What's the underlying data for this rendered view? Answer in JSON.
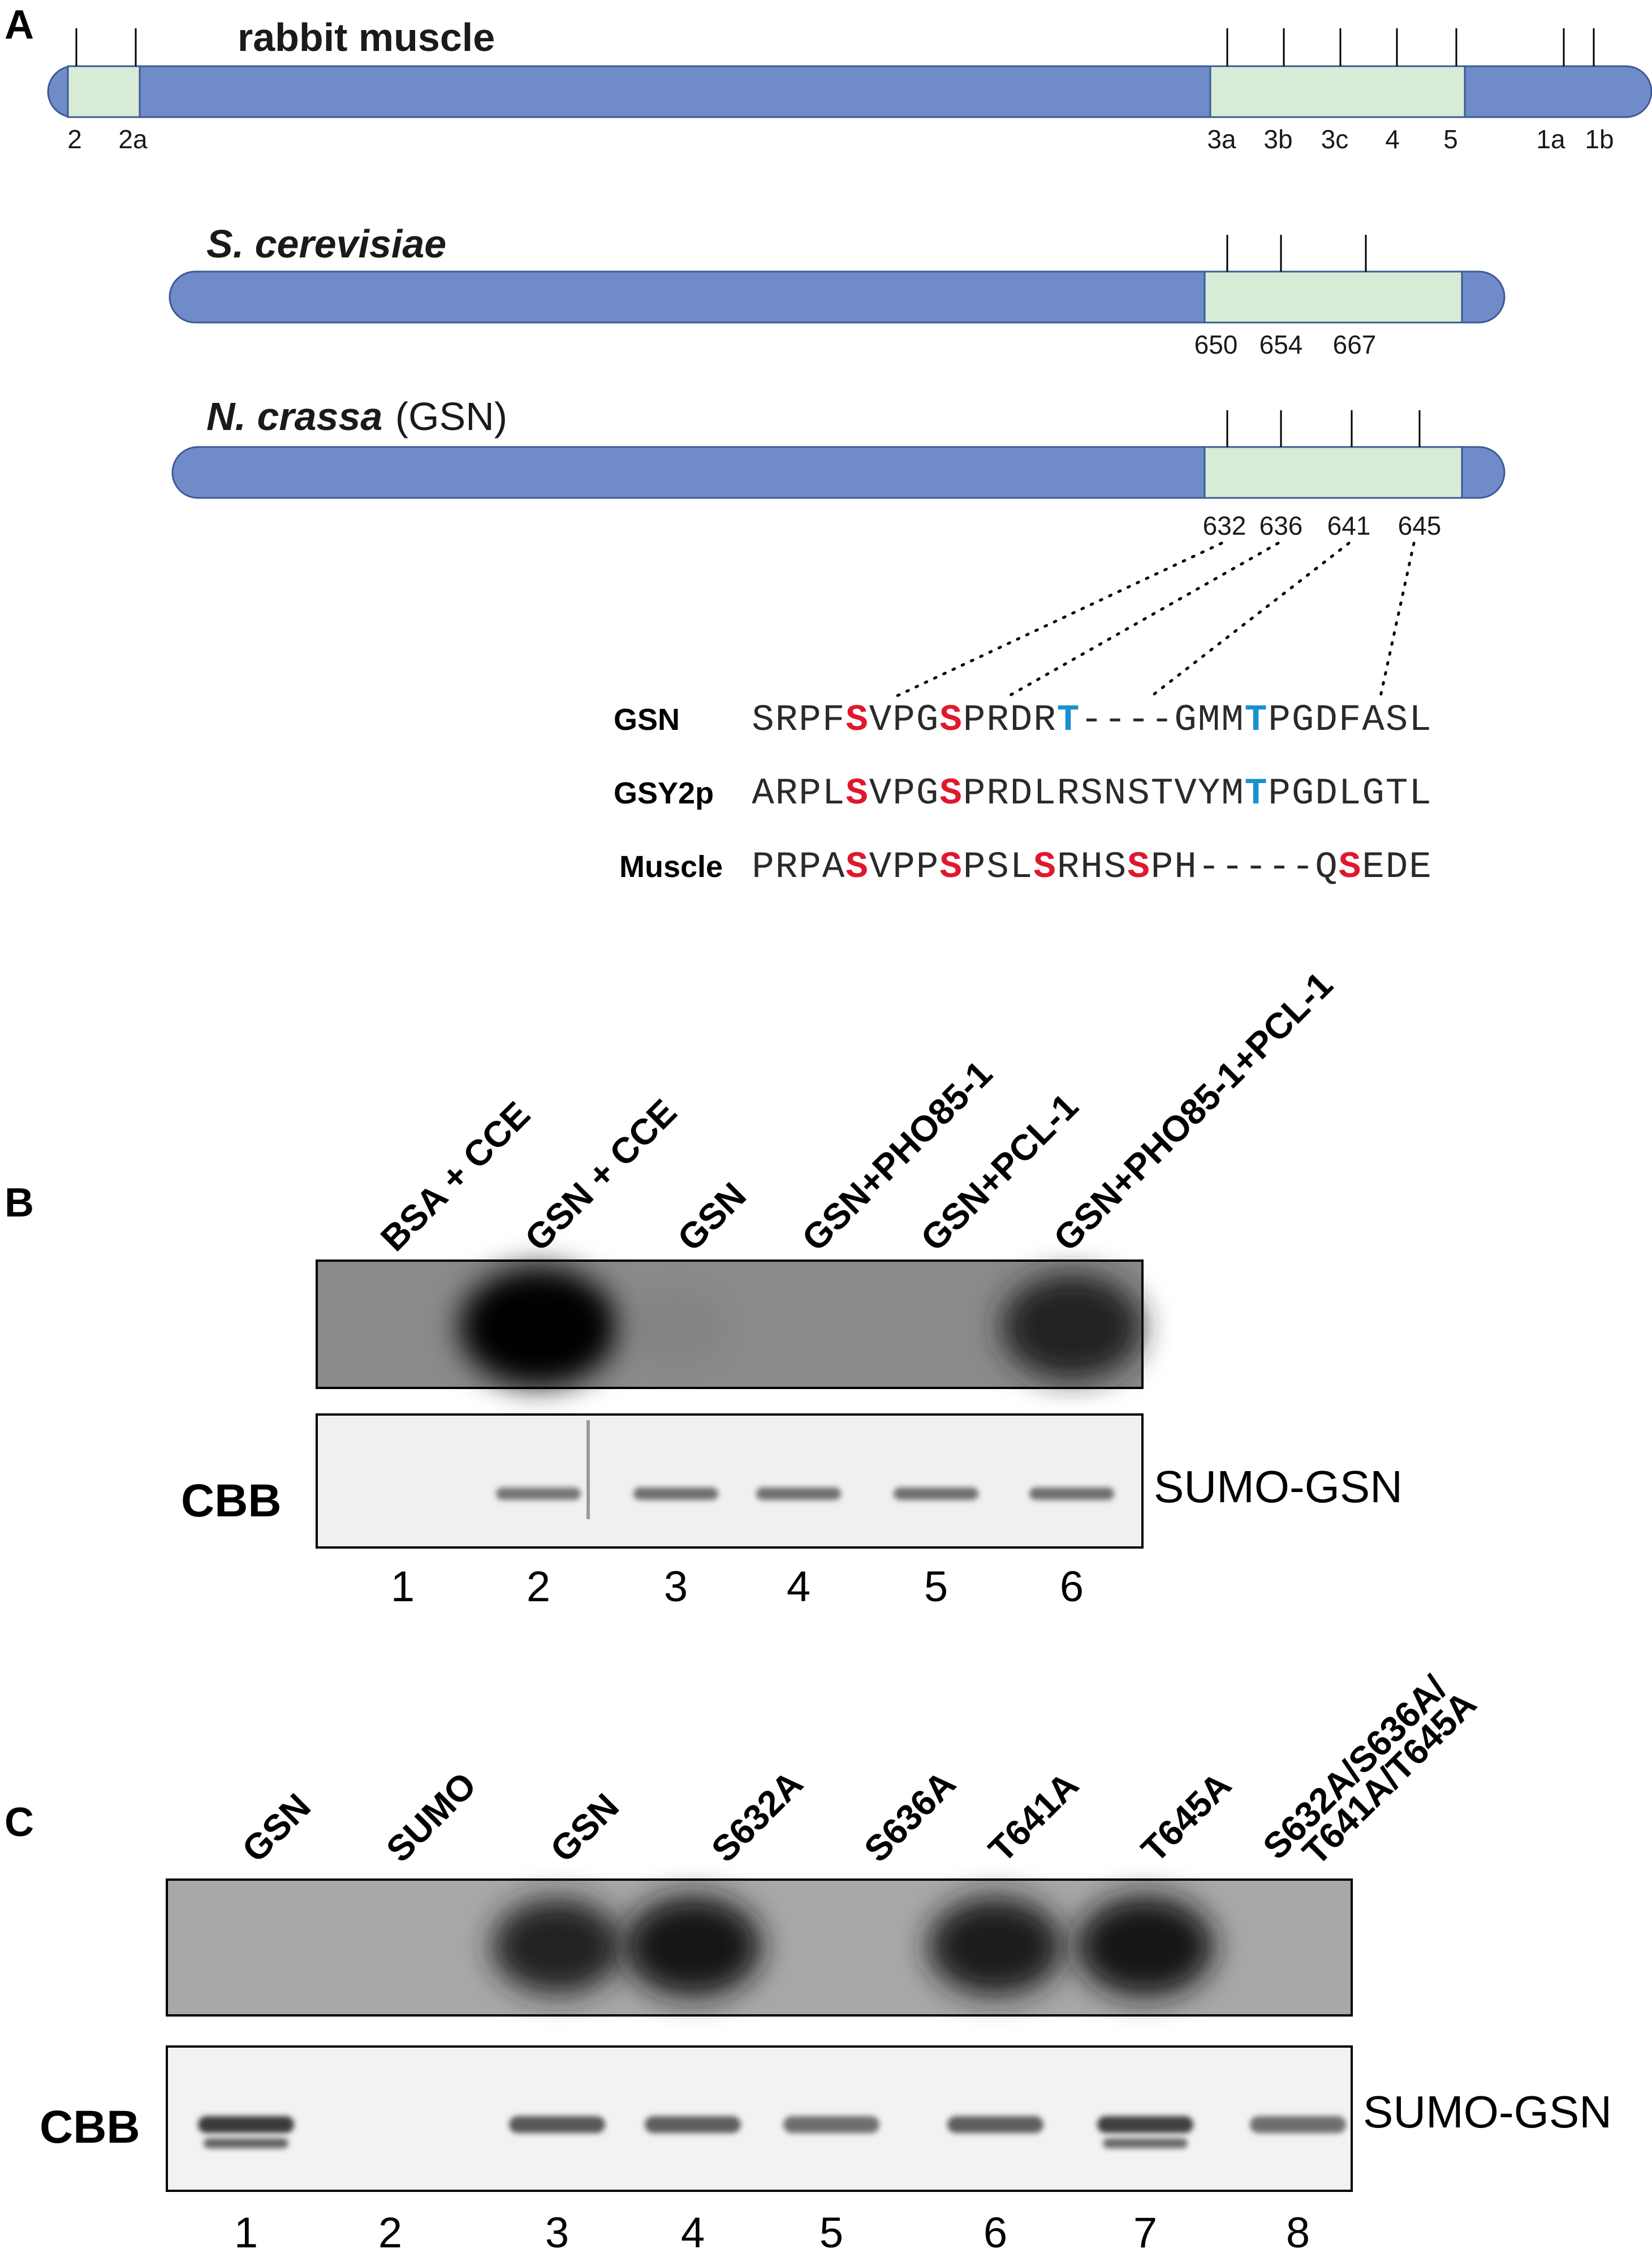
{
  "panel_a": {
    "letter": "A",
    "rabbit": {
      "title": "rabbit muscle",
      "sites": [
        "2",
        "2a",
        "3a",
        "3b",
        "3c",
        "4",
        "5",
        "1a",
        "1b"
      ]
    },
    "yeast": {
      "title_italic": "S. cerevisiae",
      "sites": [
        "650",
        "654",
        "667"
      ]
    },
    "ncrassa": {
      "title_italic": "N. crassa",
      "title_normal": "(GSN)",
      "sites": [
        "632",
        "636",
        "641",
        "645"
      ]
    },
    "alignment": [
      {
        "name": "GSN",
        "residues": [
          "S",
          "R",
          "P",
          "F",
          "S",
          "V",
          "P",
          "G",
          "S",
          "P",
          "R",
          "D",
          "R",
          "T",
          "-",
          "-",
          "-",
          "-",
          "G",
          "M",
          "M",
          "T",
          "P",
          "G",
          "D",
          "F",
          "A",
          "S",
          "L"
        ],
        "highlights": {
          "4": "red",
          "8": "red",
          "13": "blue",
          "21": "blue"
        }
      },
      {
        "name": "GSY2p",
        "residues": [
          "A",
          "R",
          "P",
          "L",
          "S",
          "V",
          "P",
          "G",
          "S",
          "P",
          "R",
          "D",
          "L",
          "R",
          "S",
          "N",
          "S",
          "T",
          "V",
          "Y",
          "M",
          "T",
          "P",
          "G",
          "D",
          "L",
          "G",
          "T",
          "L"
        ],
        "highlights": {
          "4": "red",
          "8": "red",
          "21": "blue"
        }
      },
      {
        "name": "Muscle",
        "residues": [
          "P",
          "R",
          "P",
          "A",
          "S",
          "V",
          "P",
          "P",
          "S",
          "P",
          "S",
          "L",
          "S",
          "R",
          "H",
          "S",
          "S",
          "P",
          "H",
          "-",
          "-",
          "-",
          "-",
          "-",
          "Q",
          "S",
          "E",
          "D",
          "E"
        ],
        "highlights": {
          "4": "red",
          "8": "red",
          "12": "red",
          "16": "red",
          "25": "red"
        }
      }
    ]
  },
  "panel_b": {
    "letter": "B",
    "lane_labels": [
      "BSA + CCE",
      "GSN + CCE",
      "GSN",
      "GSN+PHO85-1",
      "GSN+PCL-1",
      "GSN+PHO85-1+PCL-1"
    ],
    "lane_numbers": [
      "1",
      "2",
      "3",
      "4",
      "5",
      "6"
    ],
    "cbb_label": "CBB",
    "band_label": "SUMO-GSN",
    "autorad_signal": [
      0.0,
      1.0,
      0.06,
      0.0,
      0.0,
      0.72
    ],
    "cbb_band": [
      0.0,
      0.55,
      0.6,
      0.6,
      0.6,
      0.6
    ]
  },
  "panel_c": {
    "letter": "C",
    "lane_labels": [
      "GSN",
      "SUMO",
      "GSN",
      "S632A",
      "S636A",
      "T641A",
      "T645A",
      "S632A/S636A/",
      "T641A/T645A"
    ],
    "lane_numbers": [
      "1",
      "2",
      "3",
      "4",
      "5",
      "6",
      "7",
      "8"
    ],
    "cbb_label": "CBB",
    "band_label": "SUMO-GSN",
    "autorad_signal": [
      0.0,
      0.0,
      0.72,
      0.85,
      0.0,
      0.8,
      0.85,
      0.0
    ],
    "cbb_band": [
      0.95,
      0.0,
      0.75,
      0.7,
      0.6,
      0.7,
      0.9,
      0.6
    ]
  },
  "colors": {
    "domain_fill": "#6f8cc8",
    "domain_stroke": "#3d5a93",
    "region_fill": "#d6ecd6",
    "red_residue": "#e0182d",
    "blue_residue": "#1b8fcf"
  }
}
